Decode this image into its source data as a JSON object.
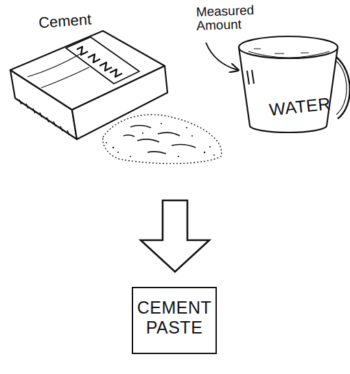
{
  "diagram": {
    "nodes": [
      {
        "text": [
          "WATER"
        ]
      },
      {
        "text": [
          "CEMENT PASTE"
        ]
      }
    ],
    "labels": [
      "Cement",
      "Measured Amount"
    ]
  }
}
